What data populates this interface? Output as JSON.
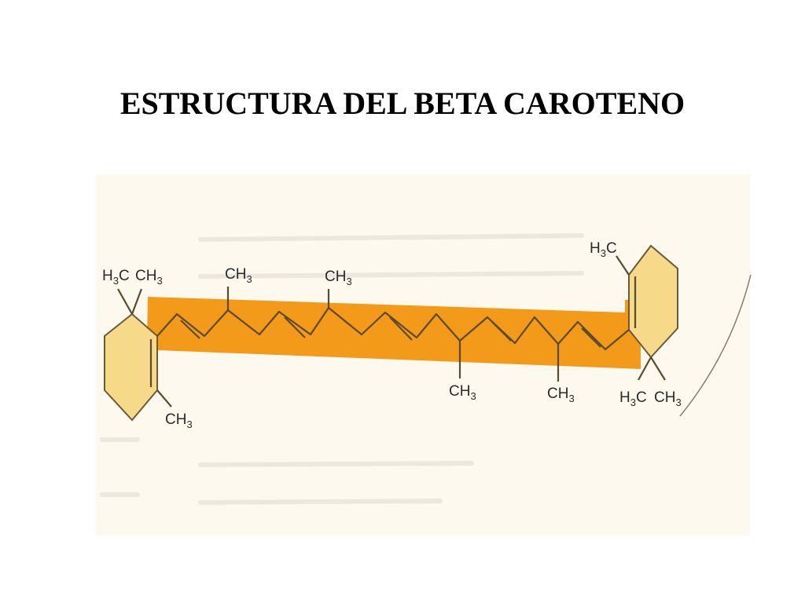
{
  "slide": {
    "title": "ESTRUCTURA DEL BETA CAROTENO"
  },
  "colors": {
    "chain_highlight": "#f39a1a",
    "ring_fill": "#f7d98a",
    "ring_stroke": "#6b5a3a",
    "bond": "#5a4a30",
    "panel_bg": "#fdf9ef"
  },
  "diagram": {
    "molecule": "beta-carotene",
    "labels": {
      "left_h3c": {
        "main": "H",
        "sub": "3",
        "tail": "C"
      },
      "left_ch3_top": {
        "main": "CH",
        "sub": "3"
      },
      "left_ch3_bottom": {
        "main": "CH",
        "sub": "3"
      },
      "chain_ch3_1": {
        "main": "CH",
        "sub": "3"
      },
      "chain_ch3_2": {
        "main": "CH",
        "sub": "3"
      },
      "chain_ch3_3": {
        "main": "CH",
        "sub": "3"
      },
      "chain_ch3_4": {
        "main": "CH",
        "sub": "3"
      },
      "right_h3c_top": {
        "main": "H",
        "sub": "3",
        "tail": "C"
      },
      "right_h3c_bottom": {
        "main": "H",
        "sub": "3",
        "tail": "C"
      },
      "right_ch3_bottom": {
        "main": "CH",
        "sub": "3"
      }
    }
  }
}
